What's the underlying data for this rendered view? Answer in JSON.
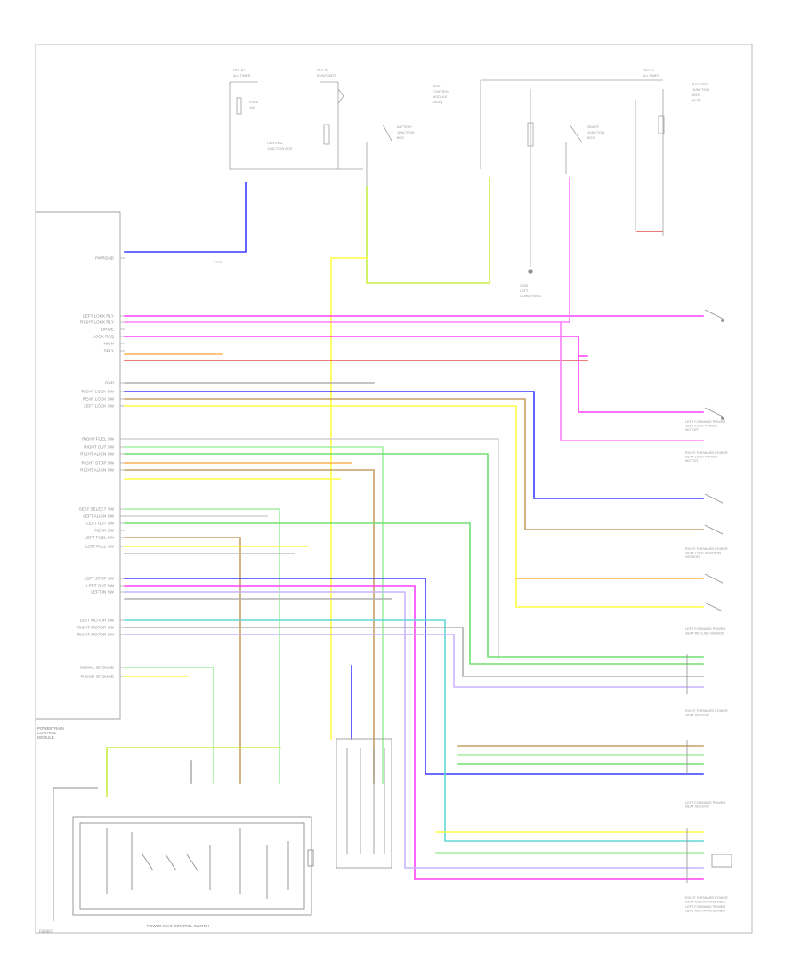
{
  "diagram": {
    "module_title": "POWERTRAIN\nCONTROL\nMODULE",
    "switch_title": "POWER SEAT CONTROL SWITCH",
    "corner_code": "E00001",
    "colors": {
      "border": "#b8b8b8",
      "component": "#9a9a9a",
      "blue": "#3c3cff",
      "yellow": "#ffff44",
      "yellow_green": "#c8f046",
      "magenta": "#ff40ff",
      "pink": "#ff80ff",
      "red": "#e05050",
      "orange": "#ffb050",
      "green": "#70e070",
      "light_green": "#a0f0a0",
      "tan": "#c8a064",
      "cyan": "#60d8d8",
      "gray": "#b0b0b0",
      "lavender": "#c8b4ff"
    },
    "module_pins": [
      "PWRGND",
      "LEFT LOCK RLY",
      "RIGHT LOCK RLY",
      "DRIVE",
      "LOCK REQ",
      "HIGH",
      "SPLY",
      "GND",
      "RIGHT LOCK SW",
      "REAR LOCK SW",
      "LEFT LOCK SW",
      "RIGHT FUEL SW",
      "RIGHT OUT SW",
      "RIGHT ALIGN SW",
      "RIGHT STOP SW",
      "RIGHT ALIGN SW",
      "SEAT SELECT SW",
      "LEFT ALIGN SW",
      "LEFT OUT SW",
      "REAR SW",
      "LEFT FUEL SW",
      "LEFT FULL SW",
      "LEFT STOP SW",
      "LEFT OUT SW",
      "LEFT IN SW",
      "LEFT MOTOR SW",
      "RIGHT MOTOR SW",
      "RIGHT MOTOR SW",
      "SIGNAL GROUND",
      "FLOOR GROUND"
    ],
    "components": [
      "RIGHT FORWARD POWER SEAT LOCK POWER MOTOR",
      "LEFT FORWARD POWER SEAT LOCK POWER MOTOR",
      "RIGHT FORWARD POWER SEAT LOCK POSITION SENSOR",
      "LEFT FORWARD POWER SEAT RECLINE SENSOR",
      "RIGHT FORWARD POWER SEAT SENSOR",
      "LEFT FORWARD POWER SEAT SENSOR",
      "RIGHT FORWARD POWER SEAT MOTOR ASSEMBLY",
      "LEFT FORWARD POWER SEAT MOTOR ASSEMBLY"
    ]
  }
}
